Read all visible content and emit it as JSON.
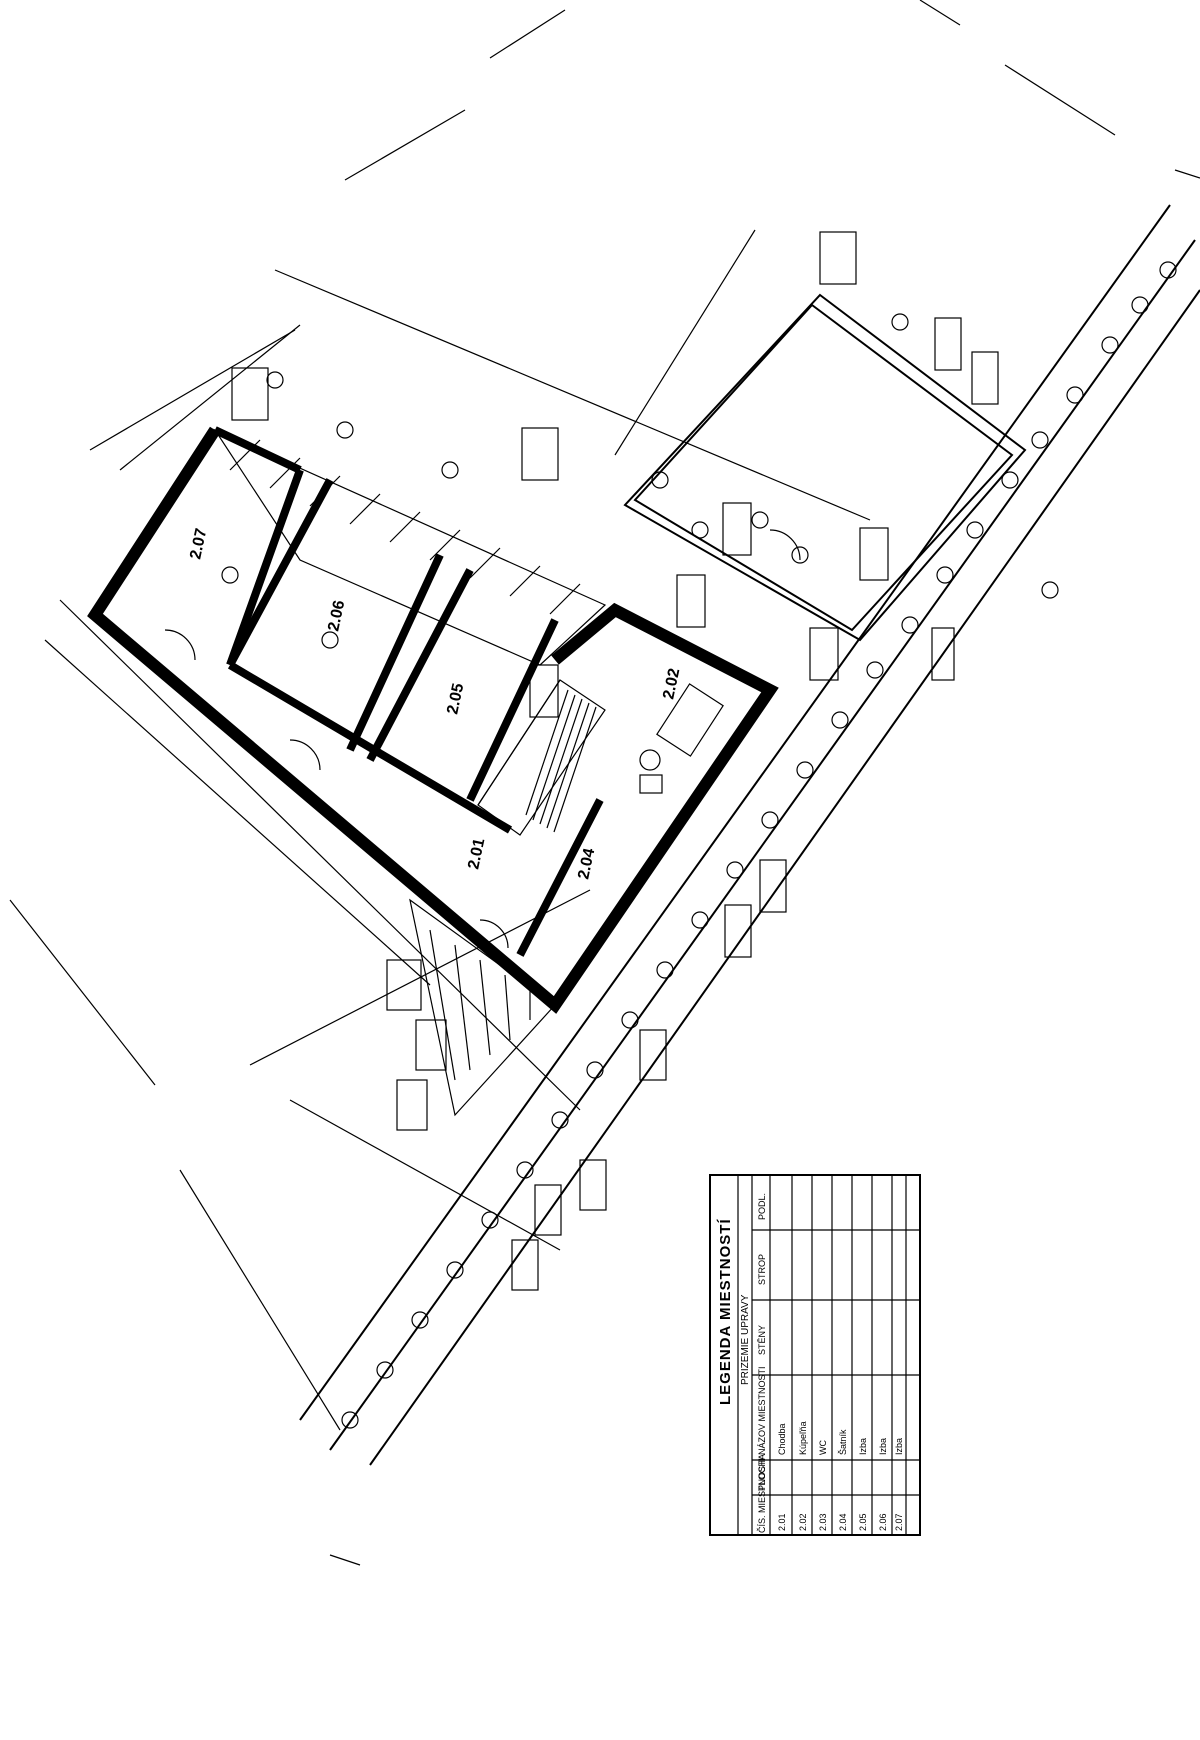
{
  "rooms": [
    {
      "id": "2.07"
    },
    {
      "id": "2.06"
    },
    {
      "id": "2.05"
    },
    {
      "id": "2.02"
    },
    {
      "id": "2.01"
    },
    {
      "id": "2.04"
    }
  ],
  "legend": {
    "title": "LEGENDA MIESTNOSTÍ",
    "subtitle": "PRIZEMIE UPRAVY",
    "headers": [
      "ČÍS. MIESTNOSTI",
      "PLOCHA",
      "NÁZOV MIESTNOSTI",
      "STĚNY",
      "STROP",
      "PODL."
    ],
    "rows": [
      [
        "2.01",
        "Chodba"
      ],
      [
        "2.02",
        "Kúpeľňa"
      ],
      [
        "2.03",
        "WC"
      ],
      [
        "2.04",
        "Šatník"
      ],
      [
        "2.05",
        "Izba"
      ],
      [
        "2.06",
        "Izba"
      ],
      [
        "2.07",
        "Izba"
      ]
    ]
  }
}
